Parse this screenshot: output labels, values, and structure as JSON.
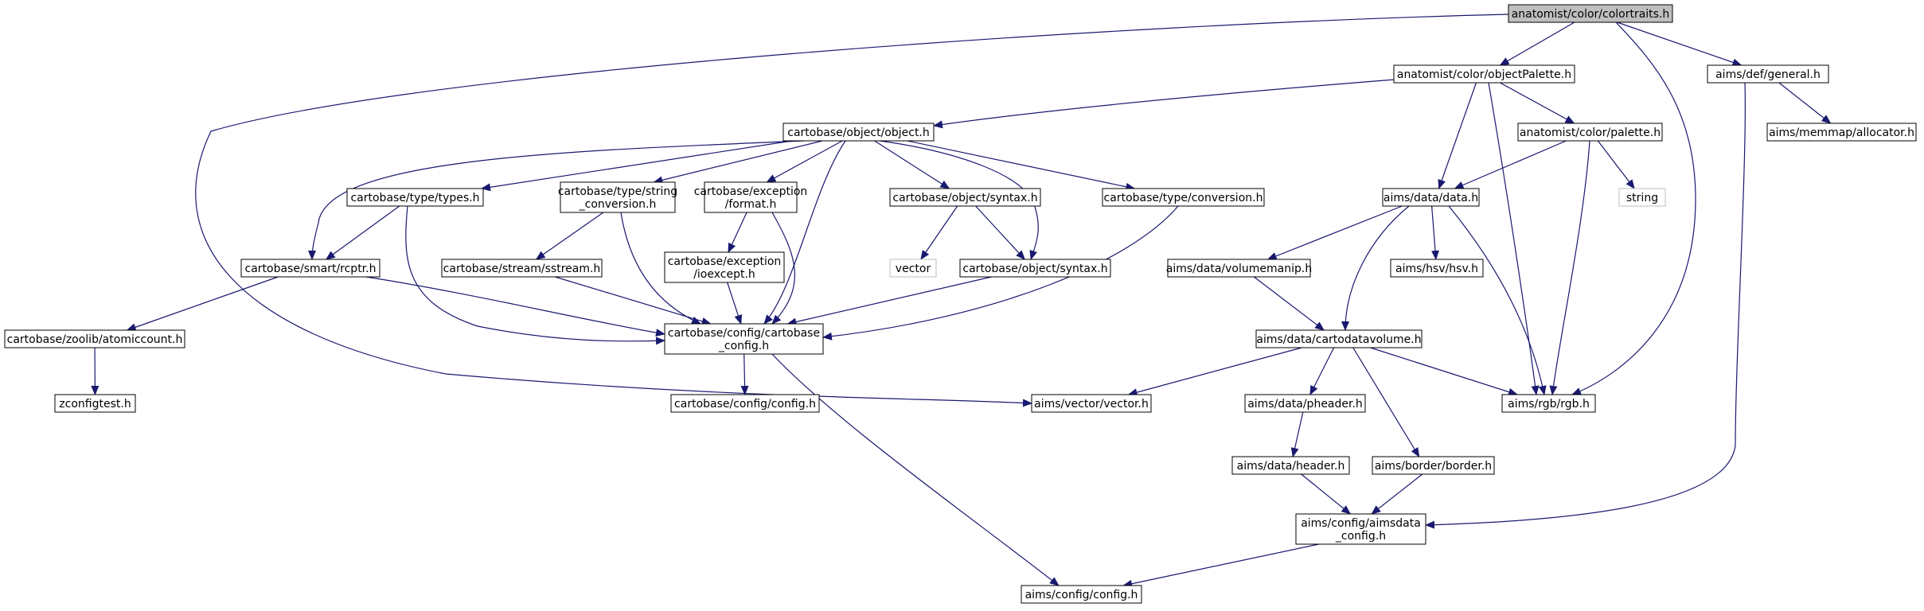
{
  "colors": {
    "edge": "#191970",
    "node_border": "#000000",
    "node_border_external": "#bfbfbf",
    "root_fill": "#bfbfbf",
    "node_fill": "#ffffff",
    "text": "#000000",
    "external_text": "#000000"
  },
  "nodes": [
    {
      "id": "colortraits",
      "lines": [
        "anatomist/color/colortraits.h"
      ],
      "style": "root"
    },
    {
      "id": "objectPalette",
      "lines": [
        "anatomist/color/objectPalette.h"
      ],
      "style": "normal"
    },
    {
      "id": "general",
      "lines": [
        "aims/def/general.h"
      ],
      "style": "normal"
    },
    {
      "id": "object",
      "lines": [
        "cartobase/object/object.h"
      ],
      "style": "normal"
    },
    {
      "id": "palette",
      "lines": [
        "anatomist/color/palette.h"
      ],
      "style": "normal"
    },
    {
      "id": "allocator",
      "lines": [
        "aims/memmap/allocator.h"
      ],
      "style": "normal"
    },
    {
      "id": "types",
      "lines": [
        "cartobase/type/types.h"
      ],
      "style": "normal"
    },
    {
      "id": "string_conv",
      "lines": [
        "cartobase/type/string",
        "_conversion.h"
      ],
      "style": "normal"
    },
    {
      "id": "exc_format",
      "lines": [
        "cartobase/exception",
        "/format.h"
      ],
      "style": "normal"
    },
    {
      "id": "syntax1",
      "lines": [
        "cartobase/object/syntax.h"
      ],
      "style": "normal"
    },
    {
      "id": "conversion",
      "lines": [
        "cartobase/type/conversion.h"
      ],
      "style": "normal"
    },
    {
      "id": "data",
      "lines": [
        "aims/data/data.h"
      ],
      "style": "normal"
    },
    {
      "id": "string",
      "lines": [
        "string"
      ],
      "style": "external"
    },
    {
      "id": "rcptr",
      "lines": [
        "cartobase/smart/rcptr.h"
      ],
      "style": "normal"
    },
    {
      "id": "sstream",
      "lines": [
        "cartobase/stream/sstream.h"
      ],
      "style": "normal"
    },
    {
      "id": "ioexcept",
      "lines": [
        "cartobase/exception",
        "/ioexcept.h"
      ],
      "style": "normal"
    },
    {
      "id": "vector",
      "lines": [
        "vector"
      ],
      "style": "external"
    },
    {
      "id": "syntax2",
      "lines": [
        "cartobase/object/syntax.h"
      ],
      "style": "normal"
    },
    {
      "id": "volumemanip",
      "lines": [
        "aims/data/volumemanip.h"
      ],
      "style": "normal"
    },
    {
      "id": "hsv",
      "lines": [
        "aims/hsv/hsv.h"
      ],
      "style": "normal"
    },
    {
      "id": "atomiccount",
      "lines": [
        "cartobase/zoolib/atomiccount.h"
      ],
      "style": "normal"
    },
    {
      "id": "carto_config",
      "lines": [
        "cartobase/config/cartobase",
        "_config.h"
      ],
      "style": "normal"
    },
    {
      "id": "cartodatavolume",
      "lines": [
        "aims/data/cartodatavolume.h"
      ],
      "style": "normal"
    },
    {
      "id": "zconfigtest",
      "lines": [
        "zconfigtest.h"
      ],
      "style": "normal"
    },
    {
      "id": "carto_config_h",
      "lines": [
        "cartobase/config/config.h"
      ],
      "style": "normal"
    },
    {
      "id": "vector_h",
      "lines": [
        "aims/vector/vector.h"
      ],
      "style": "normal"
    },
    {
      "id": "pheader",
      "lines": [
        "aims/data/pheader.h"
      ],
      "style": "normal"
    },
    {
      "id": "rgb",
      "lines": [
        "aims/rgb/rgb.h"
      ],
      "style": "normal"
    },
    {
      "id": "header",
      "lines": [
        "aims/data/header.h"
      ],
      "style": "normal"
    },
    {
      "id": "border",
      "lines": [
        "aims/border/border.h"
      ],
      "style": "normal"
    },
    {
      "id": "aimsdata_config",
      "lines": [
        "aims/config/aimsdata",
        "_config.h"
      ],
      "style": "normal"
    },
    {
      "id": "aims_config",
      "lines": [
        "aims/config/config.h"
      ],
      "style": "normal"
    }
  ],
  "edges": [
    [
      "colortraits",
      "objectPalette"
    ],
    [
      "colortraits",
      "general"
    ],
    [
      "colortraits",
      "rgb"
    ],
    [
      "colortraits",
      "vector_h"
    ],
    [
      "objectPalette",
      "object"
    ],
    [
      "objectPalette",
      "palette"
    ],
    [
      "objectPalette",
      "data"
    ],
    [
      "objectPalette",
      "rgb"
    ],
    [
      "general",
      "allocator"
    ],
    [
      "general",
      "aimsdata_config"
    ],
    [
      "object",
      "types"
    ],
    [
      "object",
      "string_conv"
    ],
    [
      "object",
      "exc_format"
    ],
    [
      "object",
      "syntax1"
    ],
    [
      "object",
      "conversion"
    ],
    [
      "object",
      "rcptr"
    ],
    [
      "object",
      "syntax2"
    ],
    [
      "object",
      "carto_config"
    ],
    [
      "palette",
      "data"
    ],
    [
      "palette",
      "string"
    ],
    [
      "palette",
      "rgb"
    ],
    [
      "types",
      "rcptr"
    ],
    [
      "types",
      "carto_config"
    ],
    [
      "string_conv",
      "sstream"
    ],
    [
      "string_conv",
      "carto_config"
    ],
    [
      "exc_format",
      "ioexcept"
    ],
    [
      "exc_format",
      "carto_config"
    ],
    [
      "syntax1",
      "vector"
    ],
    [
      "syntax1",
      "syntax2"
    ],
    [
      "conversion",
      "carto_config"
    ],
    [
      "data",
      "volumemanip"
    ],
    [
      "data",
      "hsv"
    ],
    [
      "data",
      "cartodatavolume"
    ],
    [
      "data",
      "rgb"
    ],
    [
      "rcptr",
      "atomiccount"
    ],
    [
      "rcptr",
      "carto_config"
    ],
    [
      "sstream",
      "carto_config"
    ],
    [
      "ioexcept",
      "carto_config"
    ],
    [
      "syntax2",
      "carto_config"
    ],
    [
      "volumemanip",
      "cartodatavolume"
    ],
    [
      "atomiccount",
      "zconfigtest"
    ],
    [
      "carto_config",
      "carto_config_h"
    ],
    [
      "carto_config",
      "aims_config"
    ],
    [
      "cartodatavolume",
      "vector_h"
    ],
    [
      "cartodatavolume",
      "pheader"
    ],
    [
      "cartodatavolume",
      "rgb"
    ],
    [
      "cartodatavolume",
      "border"
    ],
    [
      "pheader",
      "header"
    ],
    [
      "header",
      "aimsdata_config"
    ],
    [
      "border",
      "aimsdata_config"
    ],
    [
      "aimsdata_config",
      "aims_config"
    ]
  ]
}
